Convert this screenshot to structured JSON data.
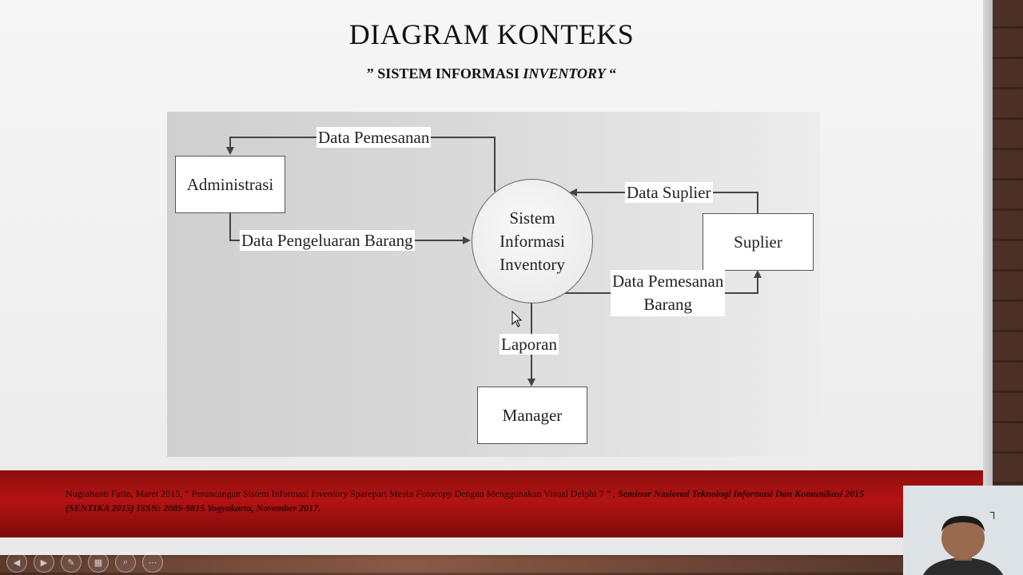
{
  "slide": {
    "title": "DIAGRAM KONTEKS",
    "subtitle_prefix": "”  SISTEM INFORMASI ",
    "subtitle_italic": "INVENTORY",
    "subtitle_suffix": "  “"
  },
  "diagram": {
    "process": {
      "line1": "Sistem",
      "line2": "Informasi",
      "line3": "Inventory"
    },
    "entities": {
      "administrasi": "Administrasi",
      "suplier": "Suplier",
      "manager": "Manager"
    },
    "flows": {
      "data_pemesanan": "Data Pemesanan",
      "data_pengeluaran_barang": "Data Pengeluaran Barang",
      "data_suplier": "Data Suplier",
      "data_pemesanan_barang_1": "Data Pemesanan",
      "data_pemesanan_barang_2": "Barang",
      "laporan": "Laporan"
    }
  },
  "footer": {
    "part1": "Nugrahanti Fatin, Maret 2015, “ Perancangan Sistem Informasi ",
    "part2": "Inventory",
    "part3": " Sparepart Mesin ",
    "part4": "Fotocopy",
    "part5": " Dengan Menggunakan Visual Delphi 7 ” , ",
    "part6": "Seminar Nasional Teknologi Informasi Dan Komunikasi 2015 (SENTIKA 2015) ISSN: 2089-9815 Yogyakarta, November 2017."
  },
  "controls": {
    "prev": "◀",
    "next": "▶",
    "pen": "✎",
    "slides": "▦",
    "zoom": "⌕",
    "more": "⋯"
  },
  "icons": {
    "prev": "arrow-left-icon",
    "next": "arrow-right-icon",
    "pen": "pen-icon",
    "slides": "slides-icon",
    "zoom": "zoom-icon",
    "more": "more-icon",
    "cursor": "mouse-pointer-icon"
  },
  "colors": {
    "footer_red": "#b31313",
    "diagram_bg": "#d9d9d9"
  }
}
